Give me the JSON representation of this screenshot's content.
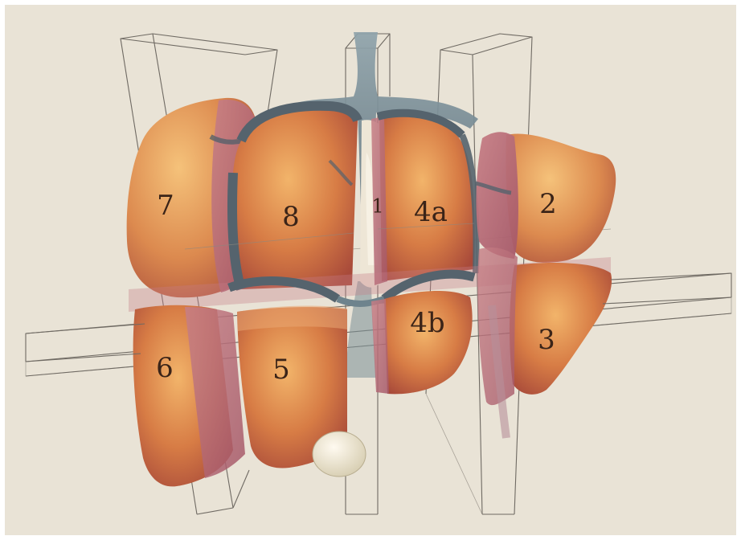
{
  "figure": {
    "segments": [
      {
        "id": "seg-7",
        "label": "7"
      },
      {
        "id": "seg-8",
        "label": "8"
      },
      {
        "id": "seg-1",
        "label": "1"
      },
      {
        "id": "seg-4a",
        "label": "4a"
      },
      {
        "id": "seg-2",
        "label": "2"
      },
      {
        "id": "seg-6",
        "label": "6"
      },
      {
        "id": "seg-5",
        "label": "5"
      },
      {
        "id": "seg-4b",
        "label": "4b"
      },
      {
        "id": "seg-3",
        "label": "3"
      }
    ],
    "colors": {
      "background": "#e9e3d6",
      "liver_light": "#e8a25e",
      "liver_mid": "#d47a45",
      "liver_dark": "#a9483a",
      "cut_face": "#b96a78",
      "vessel": "#5f7480",
      "plane_line": "#6f6a63",
      "gallbladder": "#f1ead4"
    }
  }
}
